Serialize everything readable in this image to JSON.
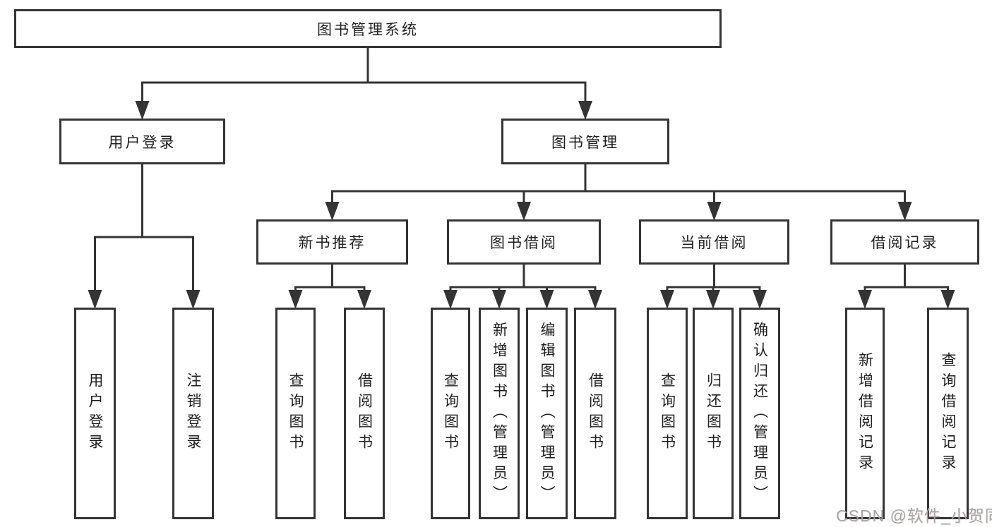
{
  "root": {
    "label": "图书管理系统"
  },
  "branches": [
    {
      "label": "用户登录",
      "leaves": [
        {
          "label": "用户登录"
        },
        {
          "label": "注销登录"
        }
      ]
    },
    {
      "label": "图书管理",
      "groups": [
        {
          "label": "新书推荐",
          "leaves": [
            {
              "label": "查询图书"
            },
            {
              "label": "借阅图书"
            }
          ]
        },
        {
          "label": "图书借阅",
          "leaves": [
            {
              "label": "查询图书"
            },
            {
              "label": "新增图书（管理员）"
            },
            {
              "label": "编辑图书（管理员）"
            },
            {
              "label": "借阅图书"
            }
          ]
        },
        {
          "label": "当前借阅",
          "leaves": [
            {
              "label": "查询图书"
            },
            {
              "label": "归还图书"
            },
            {
              "label": "确认归还（管理员）"
            }
          ]
        },
        {
          "label": "借阅记录",
          "leaves": [
            {
              "label": "新增借阅记录"
            },
            {
              "label": "查询借阅记录"
            }
          ]
        }
      ]
    }
  ],
  "watermark": {
    "text": "CSDN @软件_小贺同学"
  },
  "colors": {
    "line": "#343434",
    "text": "#1e1e1e",
    "watermark": "#a6a6a6",
    "background": "#ffffff"
  }
}
